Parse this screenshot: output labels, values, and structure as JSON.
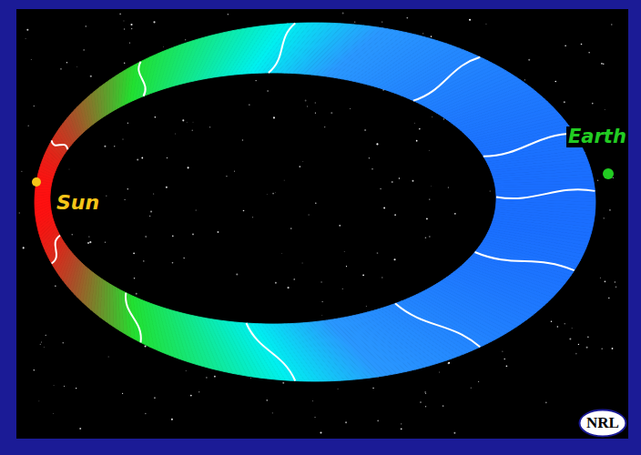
{
  "diagram": {
    "nodes": [
      {
        "text": [
          "NRL"
        ]
      }
    ],
    "labels": [
      "Sun",
      "Earth"
    ]
  }
}
